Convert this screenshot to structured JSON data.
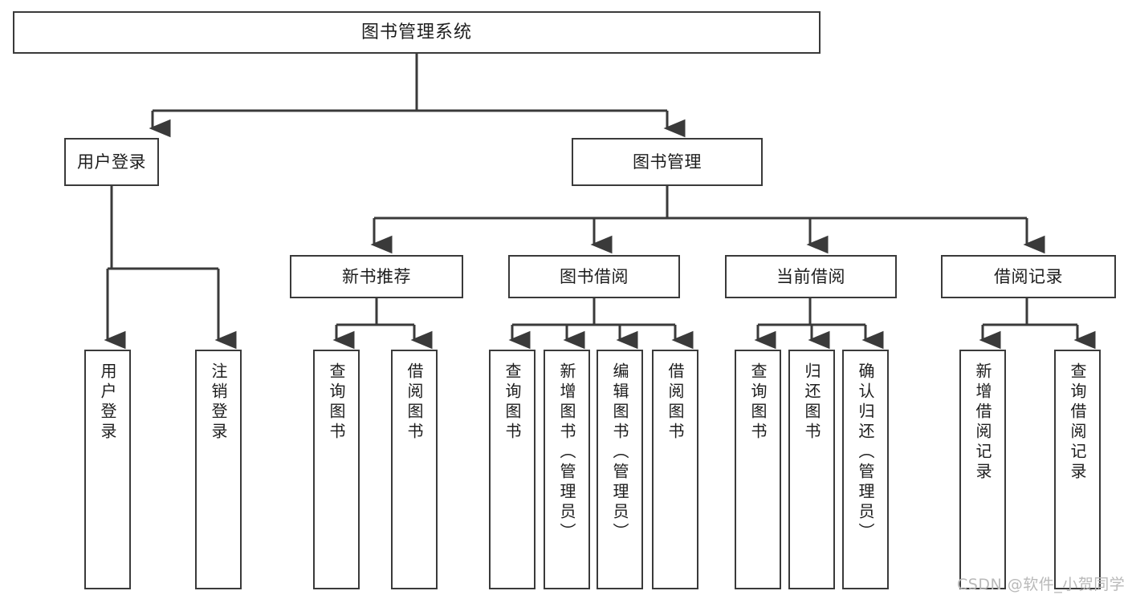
{
  "diagram": {
    "type": "tree-hierarchy",
    "title": "图书管理系统",
    "background_color": "#ffffff",
    "line_color": "#3a3a3a",
    "text_color": "#1d1d1d",
    "root": {
      "label": "图书管理系统",
      "orientation": "horizontal"
    },
    "level1": [
      {
        "label": "用户登录",
        "orientation": "horizontal"
      },
      {
        "label": "图书管理",
        "orientation": "horizontal"
      }
    ],
    "level2": [
      {
        "label": "新书推荐",
        "orientation": "horizontal",
        "parent": "图书管理"
      },
      {
        "label": "图书借阅",
        "orientation": "horizontal",
        "parent": "图书管理"
      },
      {
        "label": "当前借阅",
        "orientation": "horizontal",
        "parent": "图书管理"
      },
      {
        "label": "借阅记录",
        "orientation": "horizontal",
        "parent": "图书管理"
      }
    ],
    "leaves": [
      {
        "label": "用户登录",
        "orientation": "vertical",
        "parent": "用户登录"
      },
      {
        "label": "注销登录",
        "orientation": "vertical",
        "parent": "用户登录"
      },
      {
        "label": "查询图书",
        "orientation": "vertical",
        "parent": "新书推荐"
      },
      {
        "label": "借阅图书",
        "orientation": "vertical",
        "parent": "新书推荐"
      },
      {
        "label": "查询图书",
        "orientation": "vertical",
        "parent": "图书借阅"
      },
      {
        "label": "新增图书（管理员）",
        "orientation": "vertical",
        "parent": "图书借阅"
      },
      {
        "label": "编辑图书（管理员）",
        "orientation": "vertical",
        "parent": "图书借阅"
      },
      {
        "label": "借阅图书",
        "orientation": "vertical",
        "parent": "图书借阅"
      },
      {
        "label": "查询图书",
        "orientation": "vertical",
        "parent": "当前借阅"
      },
      {
        "label": "归还图书",
        "orientation": "vertical",
        "parent": "当前借阅"
      },
      {
        "label": "确认归还（管理员）",
        "orientation": "vertical",
        "parent": "当前借阅"
      },
      {
        "label": "新增借阅记录",
        "orientation": "vertical",
        "parent": "借阅记录"
      },
      {
        "label": "查询借阅记录",
        "orientation": "vertical",
        "parent": "借阅记录"
      }
    ]
  },
  "watermark": {
    "text": "CSDN @软件_小贺同学",
    "color": "#b9b9b9"
  }
}
